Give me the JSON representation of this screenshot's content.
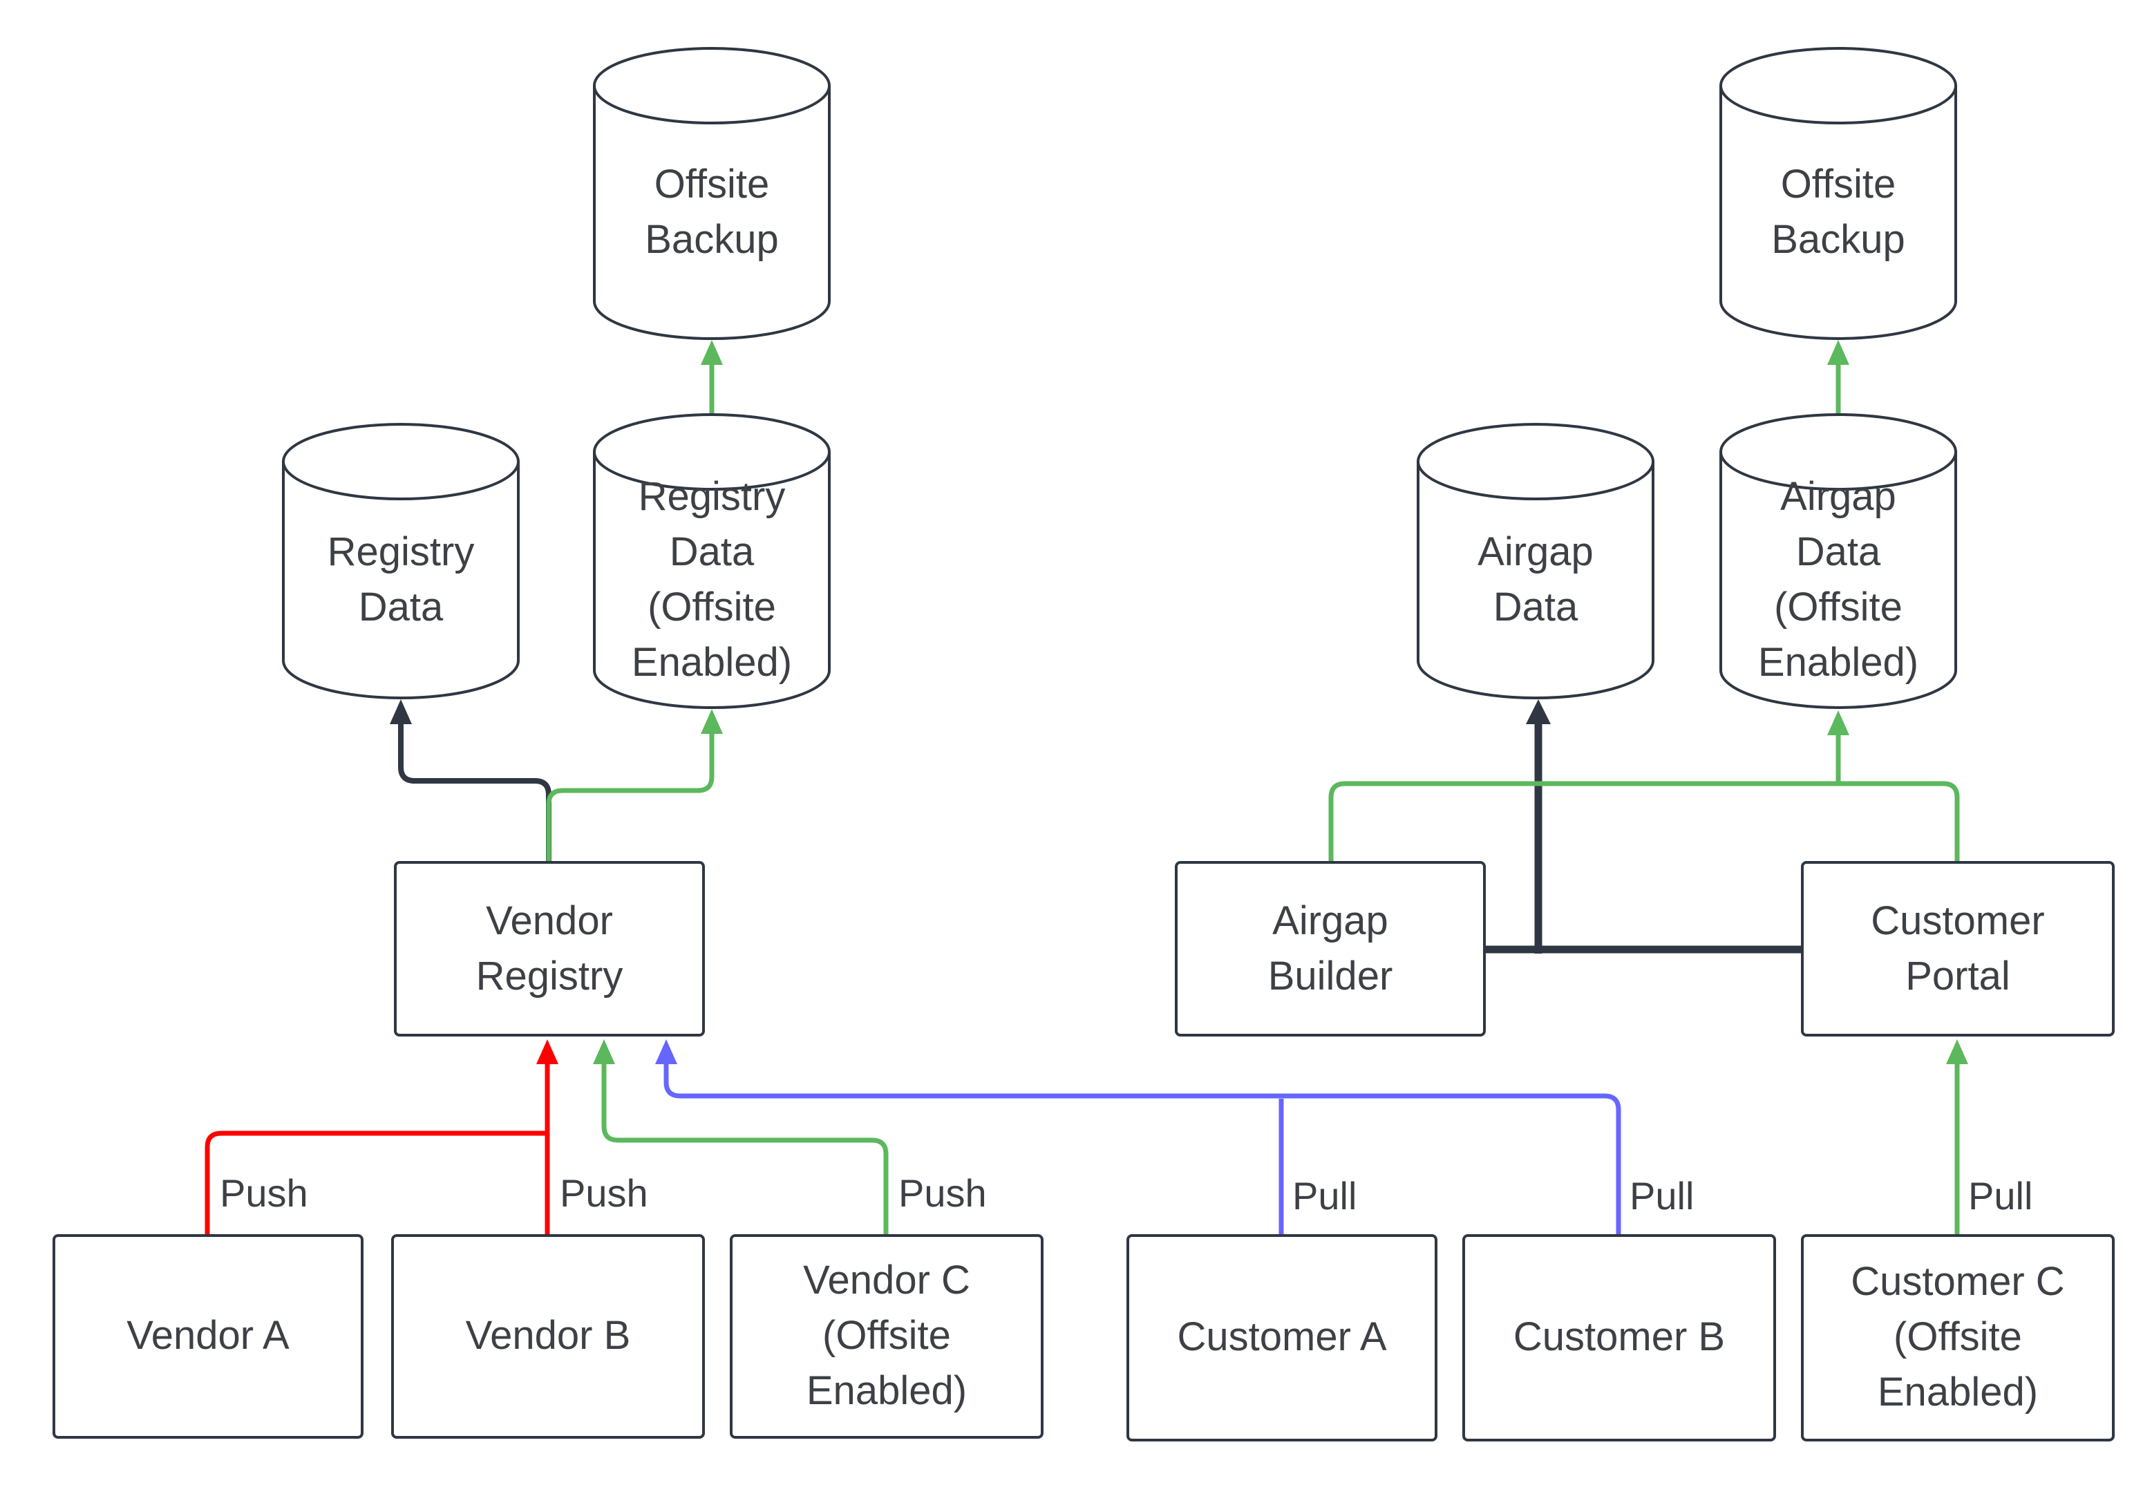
{
  "colors": {
    "dark": "#2f3743",
    "green": "#5cb85c",
    "red": "#ff0000",
    "blue": "#6666ff"
  },
  "nodes": {
    "offsite_backup_left": "Offsite\nBackup",
    "registry_data": "Registry\nData",
    "registry_data_offsite": "Registry\nData\n(Offsite\nEnabled)",
    "vendor_registry": "Vendor\nRegistry",
    "vendor_a": "Vendor A",
    "vendor_b": "Vendor B",
    "vendor_c": "Vendor C\n(Offsite\nEnabled)",
    "airgap_data": "Airgap\nData",
    "airgap_data_offsite": "Airgap\nData\n(Offsite\nEnabled)",
    "offsite_backup_right": "Offsite\nBackup",
    "airgap_builder": "Airgap\nBuilder",
    "customer_portal": "Customer\nPortal",
    "customer_a": "Customer A",
    "customer_b": "Customer B",
    "customer_c": "Customer C\n(Offsite\nEnabled)"
  },
  "edge_labels": {
    "push_vendor_a": "Push",
    "push_vendor_b": "Push",
    "push_vendor_c": "Push",
    "pull_customer_a": "Pull",
    "pull_customer_b": "Pull",
    "pull_customer_c": "Pull"
  }
}
